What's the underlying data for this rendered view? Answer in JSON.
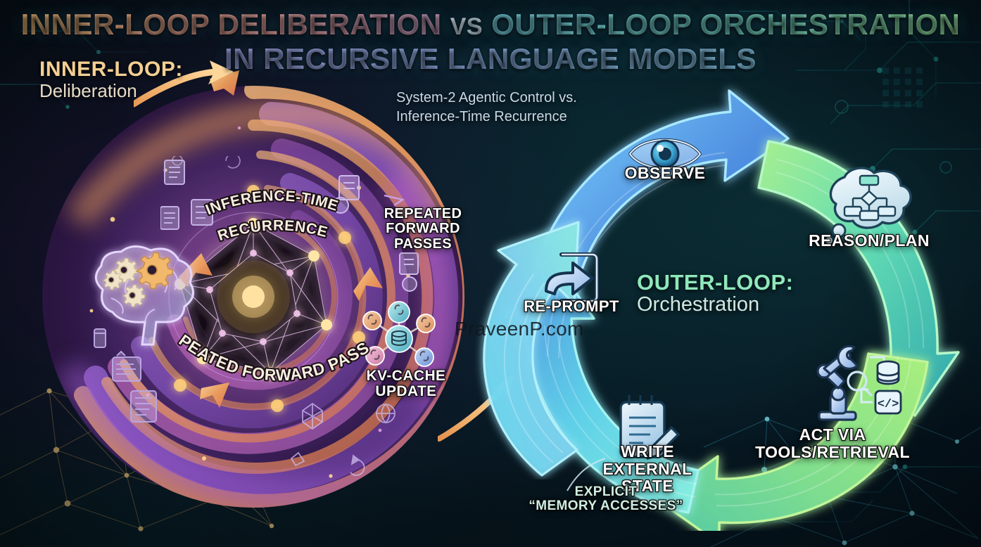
{
  "title": {
    "line1_part1": "INNER-LOOP DELIBERATION",
    "line1_vs": "VS",
    "line1_part2": "OUTER-LOOP ORCHESTRATION",
    "line2": "IN RECURSIVE LANGUAGE MODELS"
  },
  "subtitle": "System-2 Agentic Control vs. Inference-Time Recurrence",
  "inner": {
    "heading_main": "INNER-LOOP:",
    "heading_sub": "Deliberation",
    "label_recurrence": "INFERENCE-TIME RECURRENCE",
    "label_forward_passes_right": "REPEATED FORWARD PASSES",
    "label_forward_passes_curve": "REPEATED FORWARD PASSES",
    "label_kv_cache": "KV-CACHE UPDATE",
    "icons": {
      "brain": "brain-gears-icon",
      "graph": "neural-graph-icon",
      "kv": "kv-cache-cluster-icon",
      "docs": "document-icons"
    }
  },
  "outer": {
    "heading_main": "OUTER-LOOP:",
    "heading_sub": "Orchestration",
    "stages": [
      {
        "label": "OBSERVE",
        "icon": "eye-icon",
        "color": "#6fc7f2"
      },
      {
        "label": "REASON/PLAN",
        "icon": "thought-cloud-flowchart-icon",
        "color": "#79e0b5"
      },
      {
        "label": "ACT VIA TOOLS/RETRIEVAL",
        "icon": "robot-arm-tools-icon",
        "color": "#9ae86c"
      },
      {
        "label": "WRITE EXTERNAL STATE",
        "icon": "notepad-pencil-icon",
        "color": "#63d9cf"
      }
    ]
  },
  "bridge": {
    "label": "RE-PROMPT",
    "icon": "enter-arrow-box-icon"
  },
  "annotation": {
    "line1": "EXPLICIT",
    "line2": "“MEMORY ACCESSES”"
  },
  "watermark": "PraveenP.com",
  "palette": {
    "inner_warm": "#f2a65a",
    "inner_violet": "#8a5bd6",
    "inner_magenta": "#c962c0",
    "outer_blue": "#4fa8e8",
    "outer_cyan": "#5fe0e0",
    "outer_green": "#8fe06a",
    "bg_dark": "#071019"
  }
}
